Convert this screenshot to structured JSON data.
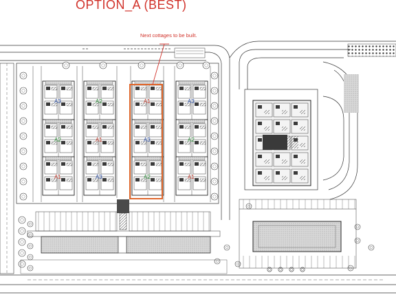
{
  "title": "OPTION_A (BEST)",
  "annotation": "Next cottages to be built.",
  "colors": {
    "accent": "#d1322a",
    "highlight": "#e0662a",
    "A1": "#c0392b",
    "A2": "#2e8b3a",
    "A3": "#2c4fa3"
  },
  "cottages": [
    {
      "col": 0,
      "row": 0,
      "type": "A3"
    },
    {
      "col": 0,
      "row": 1,
      "type": "A2"
    },
    {
      "col": 0,
      "row": 2,
      "type": "A1"
    },
    {
      "col": 1,
      "row": 0,
      "type": "A2"
    },
    {
      "col": 1,
      "row": 1,
      "type": "A1"
    },
    {
      "col": 1,
      "row": 2,
      "type": "A3"
    },
    {
      "col": 2,
      "row": 0,
      "type": "A1"
    },
    {
      "col": 2,
      "row": 1,
      "type": "A3"
    },
    {
      "col": 2,
      "row": 2,
      "type": "A2"
    },
    {
      "col": 3,
      "row": 0,
      "type": "A3"
    },
    {
      "col": 3,
      "row": 1,
      "type": "A2"
    },
    {
      "col": 3,
      "row": 2,
      "type": "A1"
    }
  ],
  "highlight_column": 2
}
